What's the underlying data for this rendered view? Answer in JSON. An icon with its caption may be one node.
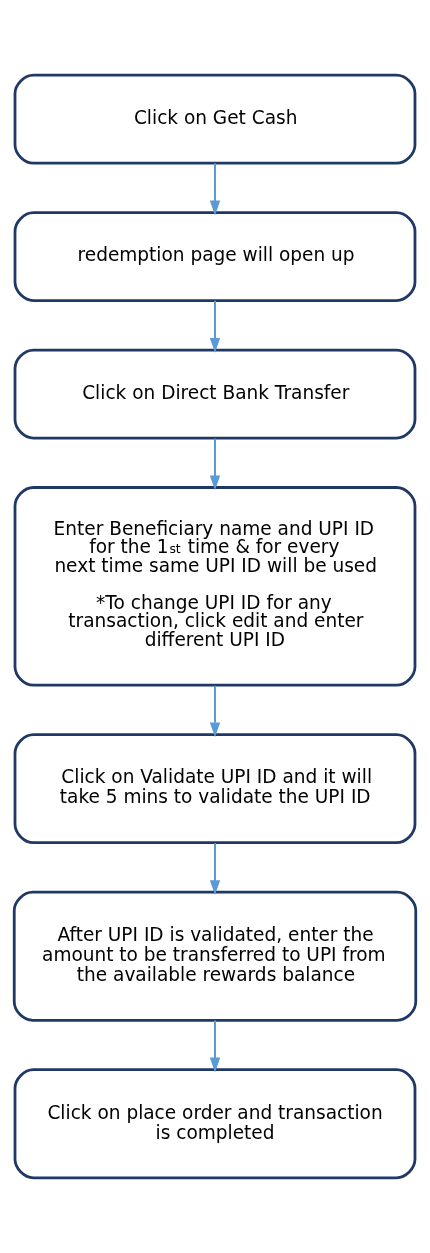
{
  "diagram": {
    "nodes": [
      {
        "text": [
          "Click on Get Cash"
        ]
      },
      {
        "text": [
          "redemption page will open up"
        ]
      },
      {
        "text": [
          "Click on Direct Bank Transfer"
        ]
      },
      {
        "text": [
          "Enter Beneficiary name and UPI ID for the 1$^{st}$ time & for every next time same UPI ID will be used",
          "*To change UPI ID for any transaction, click edit and enter different UPI ID"
        ]
      },
      {
        "text": [
          "Click on Validate UPI ID and it will take 5 mins to validate the UPI ID"
        ]
      },
      {
        "text": [
          "After UPI ID is validated, enter the amount to be transferred to UPI from the available rewards balance"
        ]
      },
      {
        "text": [
          "Click on place order and transaction is completed"
        ]
      }
    ],
    "edges": [
      {
        "from": 0,
        "to": 1,
        "arrow": "to"
      },
      {
        "from": 1,
        "to": 2,
        "arrow": "to"
      },
      {
        "from": 2,
        "to": 3,
        "arrow": "to"
      },
      {
        "from": 3,
        "to": 4,
        "arrow": "to"
      },
      {
        "from": 4,
        "to": 5,
        "arrow": "to"
      },
      {
        "from": 5,
        "to": 6,
        "arrow": "to"
      }
    ]
  }
}
